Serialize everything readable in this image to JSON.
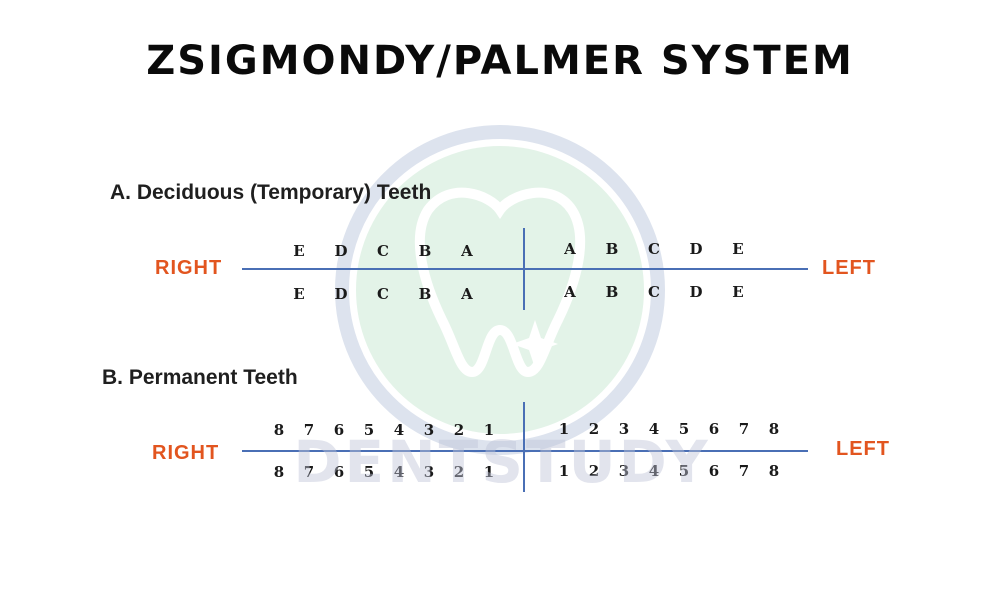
{
  "title": "ZSIGMONDY/PALMER SYSTEM",
  "watermark": "DENTSTUDY",
  "colors": {
    "side_label": "#e2551f",
    "axis": "#4a6fb5",
    "text": "#1a1a1a"
  },
  "deciduous": {
    "heading": "A. Deciduous (Temporary) Teeth",
    "right_label": "RIGHT",
    "left_label": "LEFT",
    "upper_right": [
      "E",
      "D",
      "C",
      "B",
      "A"
    ],
    "upper_left": [
      "A",
      "B",
      "C",
      "D",
      "E"
    ],
    "lower_right": [
      "E",
      "D",
      "C",
      "B",
      "A"
    ],
    "lower_left": [
      "A",
      "B",
      "C",
      "D",
      "E"
    ]
  },
  "permanent": {
    "heading": "B. Permanent Teeth",
    "right_label": "RIGHT",
    "left_label": "LEFT",
    "upper_right": [
      "8",
      "7",
      "6",
      "5",
      "4",
      "3",
      "2",
      "1"
    ],
    "upper_left": [
      "1",
      "2",
      "3",
      "4",
      "5",
      "6",
      "7",
      "8"
    ],
    "lower_right": [
      "8",
      "7",
      "6",
      "5",
      "4",
      "3",
      "2",
      "1"
    ],
    "lower_left": [
      "1",
      "2",
      "3",
      "4",
      "5",
      "6",
      "7",
      "8"
    ]
  }
}
